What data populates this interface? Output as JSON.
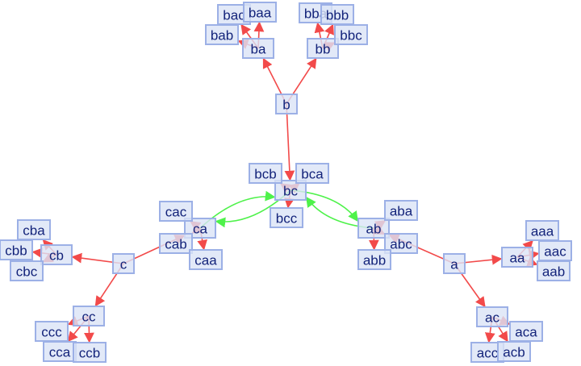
{
  "colors": {
    "tree_edge": "#f24a4a",
    "cycle_edge": "#4ef24a",
    "node_fill": "#dbe3f6",
    "node_border": "#9cb0e6",
    "label": "#13237a"
  },
  "nodes": [
    "b",
    "ba",
    "bb",
    "bac",
    "baa",
    "bab",
    "bba",
    "bbb",
    "bbc",
    "bc",
    "bcb",
    "bca",
    "bcc",
    "ca",
    "cac",
    "cab",
    "caa",
    "ab",
    "aba",
    "abc",
    "abb",
    "a",
    "aa",
    "aaa",
    "aac",
    "aab",
    "ac",
    "aca",
    "acc",
    "acb",
    "c",
    "cb",
    "cba",
    "cbb",
    "cbc",
    "cc",
    "ccc",
    "cca",
    "ccb"
  ],
  "edges": [
    [
      "b",
      "ba"
    ],
    [
      "b",
      "bb"
    ],
    [
      "b",
      "bc"
    ],
    [
      "ba",
      "bac"
    ],
    [
      "ba",
      "baa"
    ],
    [
      "ba",
      "bab"
    ],
    [
      "bb",
      "bba"
    ],
    [
      "bb",
      "bbb"
    ],
    [
      "bb",
      "bbc"
    ],
    [
      "bc",
      "bcb"
    ],
    [
      "bc",
      "bca"
    ],
    [
      "bc",
      "bcc"
    ],
    [
      "ca",
      "cac"
    ],
    [
      "ca",
      "cab"
    ],
    [
      "ca",
      "caa"
    ],
    [
      "ab",
      "aba"
    ],
    [
      "ab",
      "abc"
    ],
    [
      "ab",
      "abb"
    ],
    [
      "a",
      "ab"
    ],
    [
      "a",
      "aa"
    ],
    [
      "a",
      "ac"
    ],
    [
      "aa",
      "aaa"
    ],
    [
      "aa",
      "aac"
    ],
    [
      "aa",
      "aab"
    ],
    [
      "ac",
      "aca"
    ],
    [
      "ac",
      "acc"
    ],
    [
      "ac",
      "acb"
    ],
    [
      "c",
      "ca"
    ],
    [
      "c",
      "cb"
    ],
    [
      "c",
      "cc"
    ],
    [
      "cb",
      "cba"
    ],
    [
      "cb",
      "cbb"
    ],
    [
      "cb",
      "cbc"
    ],
    [
      "cc",
      "ccc"
    ],
    [
      "cc",
      "cca"
    ],
    [
      "cc",
      "ccb"
    ]
  ],
  "cycle_edges": [
    [
      "ca",
      "bc"
    ],
    [
      "bc",
      "ca"
    ],
    [
      "bc",
      "ab"
    ],
    [
      "ab",
      "bc"
    ]
  ]
}
